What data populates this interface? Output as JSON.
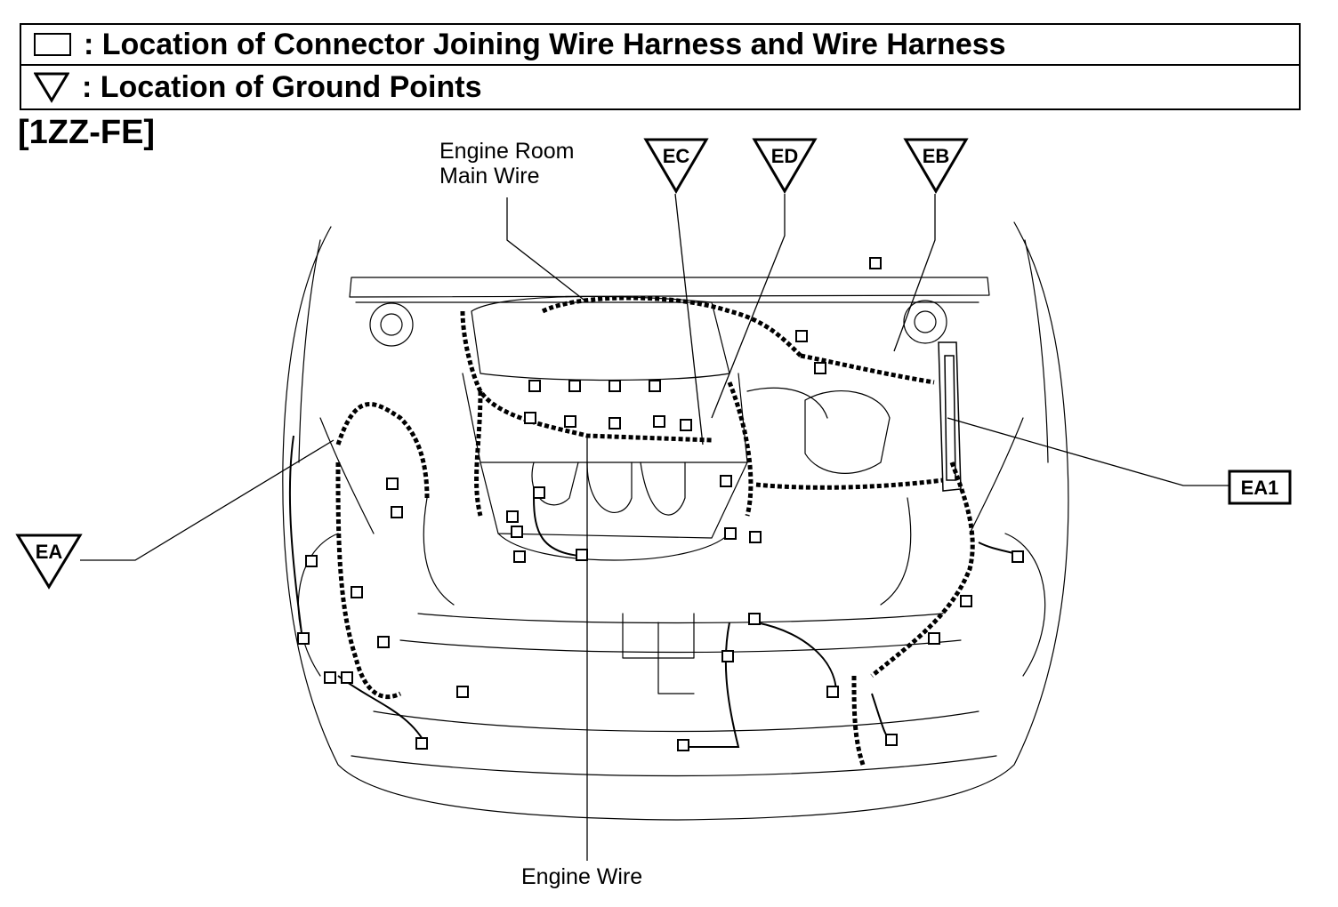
{
  "legend": {
    "connector": ": Location of Connector Joining Wire Harness and Wire Harness",
    "ground": ": Location of Ground Points"
  },
  "engine_code": "[1ZZ-FE]",
  "callouts": {
    "engine_room_main_wire": [
      "Engine Room",
      "Main Wire"
    ],
    "engine_wire": "Engine Wire"
  },
  "ground_points": [
    "EC",
    "ED",
    "EB",
    "EA"
  ],
  "connector_points": [
    "EA1"
  ]
}
